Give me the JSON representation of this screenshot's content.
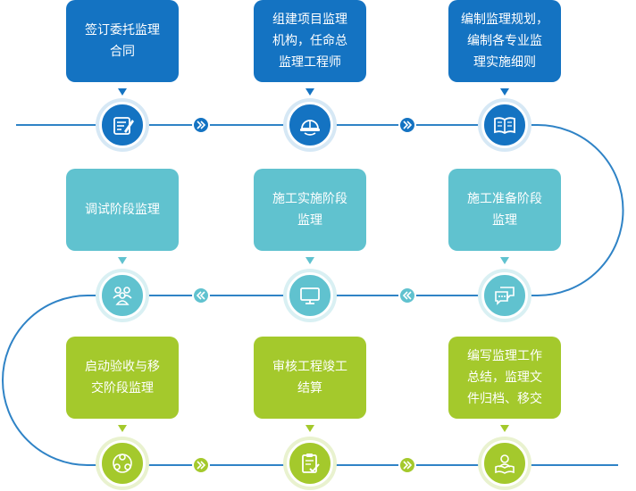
{
  "colors": {
    "row1": "#1473c2",
    "row2": "#60c2cf",
    "row3": "#a4c92c",
    "line": "#2f83c6"
  },
  "row1": [
    {
      "text": "签订委托监理\n合同",
      "icon": "contract-pen-icon"
    },
    {
      "text": "组建项目监理\n机构，任命总\n监理工程师",
      "icon": "hard-hat-icon"
    },
    {
      "text": "编制监理规划，\n编制各专业监\n理实施细则",
      "icon": "open-book-icon"
    }
  ],
  "row2": [
    {
      "text": "调试阶段监理",
      "icon": "team-people-icon"
    },
    {
      "text": "施工实施阶段\n监理",
      "icon": "monitor-icon"
    },
    {
      "text": "施工准备阶段\n监理",
      "icon": "chat-bubbles-icon"
    }
  ],
  "row3": [
    {
      "text": "启动验收与移\n交阶段监理",
      "icon": "network-circles-icon"
    },
    {
      "text": "审核工程竣工\n结算",
      "icon": "checklist-icon"
    },
    {
      "text": "编写监理工作\n总结，监理文\n件归档、移交",
      "icon": "reader-person-icon"
    }
  ]
}
